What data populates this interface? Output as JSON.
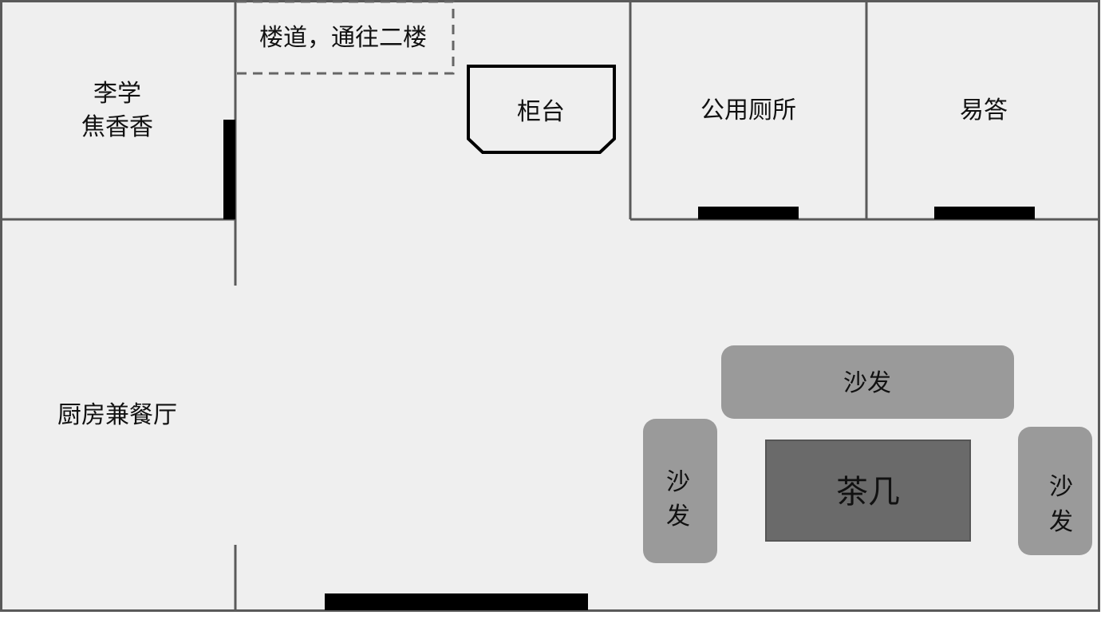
{
  "rooms": {
    "bedroom_top_left": {
      "line1": "李学",
      "line2": "焦香香"
    },
    "kitchen_dining": "厨房兼餐厅",
    "stairway": "楼道，通往二楼",
    "counter": "柜台",
    "public_toilet": "公用厕所",
    "yida": "易答"
  },
  "furniture": {
    "sofa_top": "沙发",
    "sofa_left": {
      "line1": "沙",
      "line2": "发"
    },
    "sofa_right": {
      "line1": "沙",
      "line2": "发"
    },
    "coffee_table": "茶几"
  },
  "colors": {
    "floor": "#efefef",
    "wall": "#5a5a5a",
    "door": "#000000",
    "sofa": "#9a9a9a",
    "coffee_table": "#6a6a6a"
  }
}
